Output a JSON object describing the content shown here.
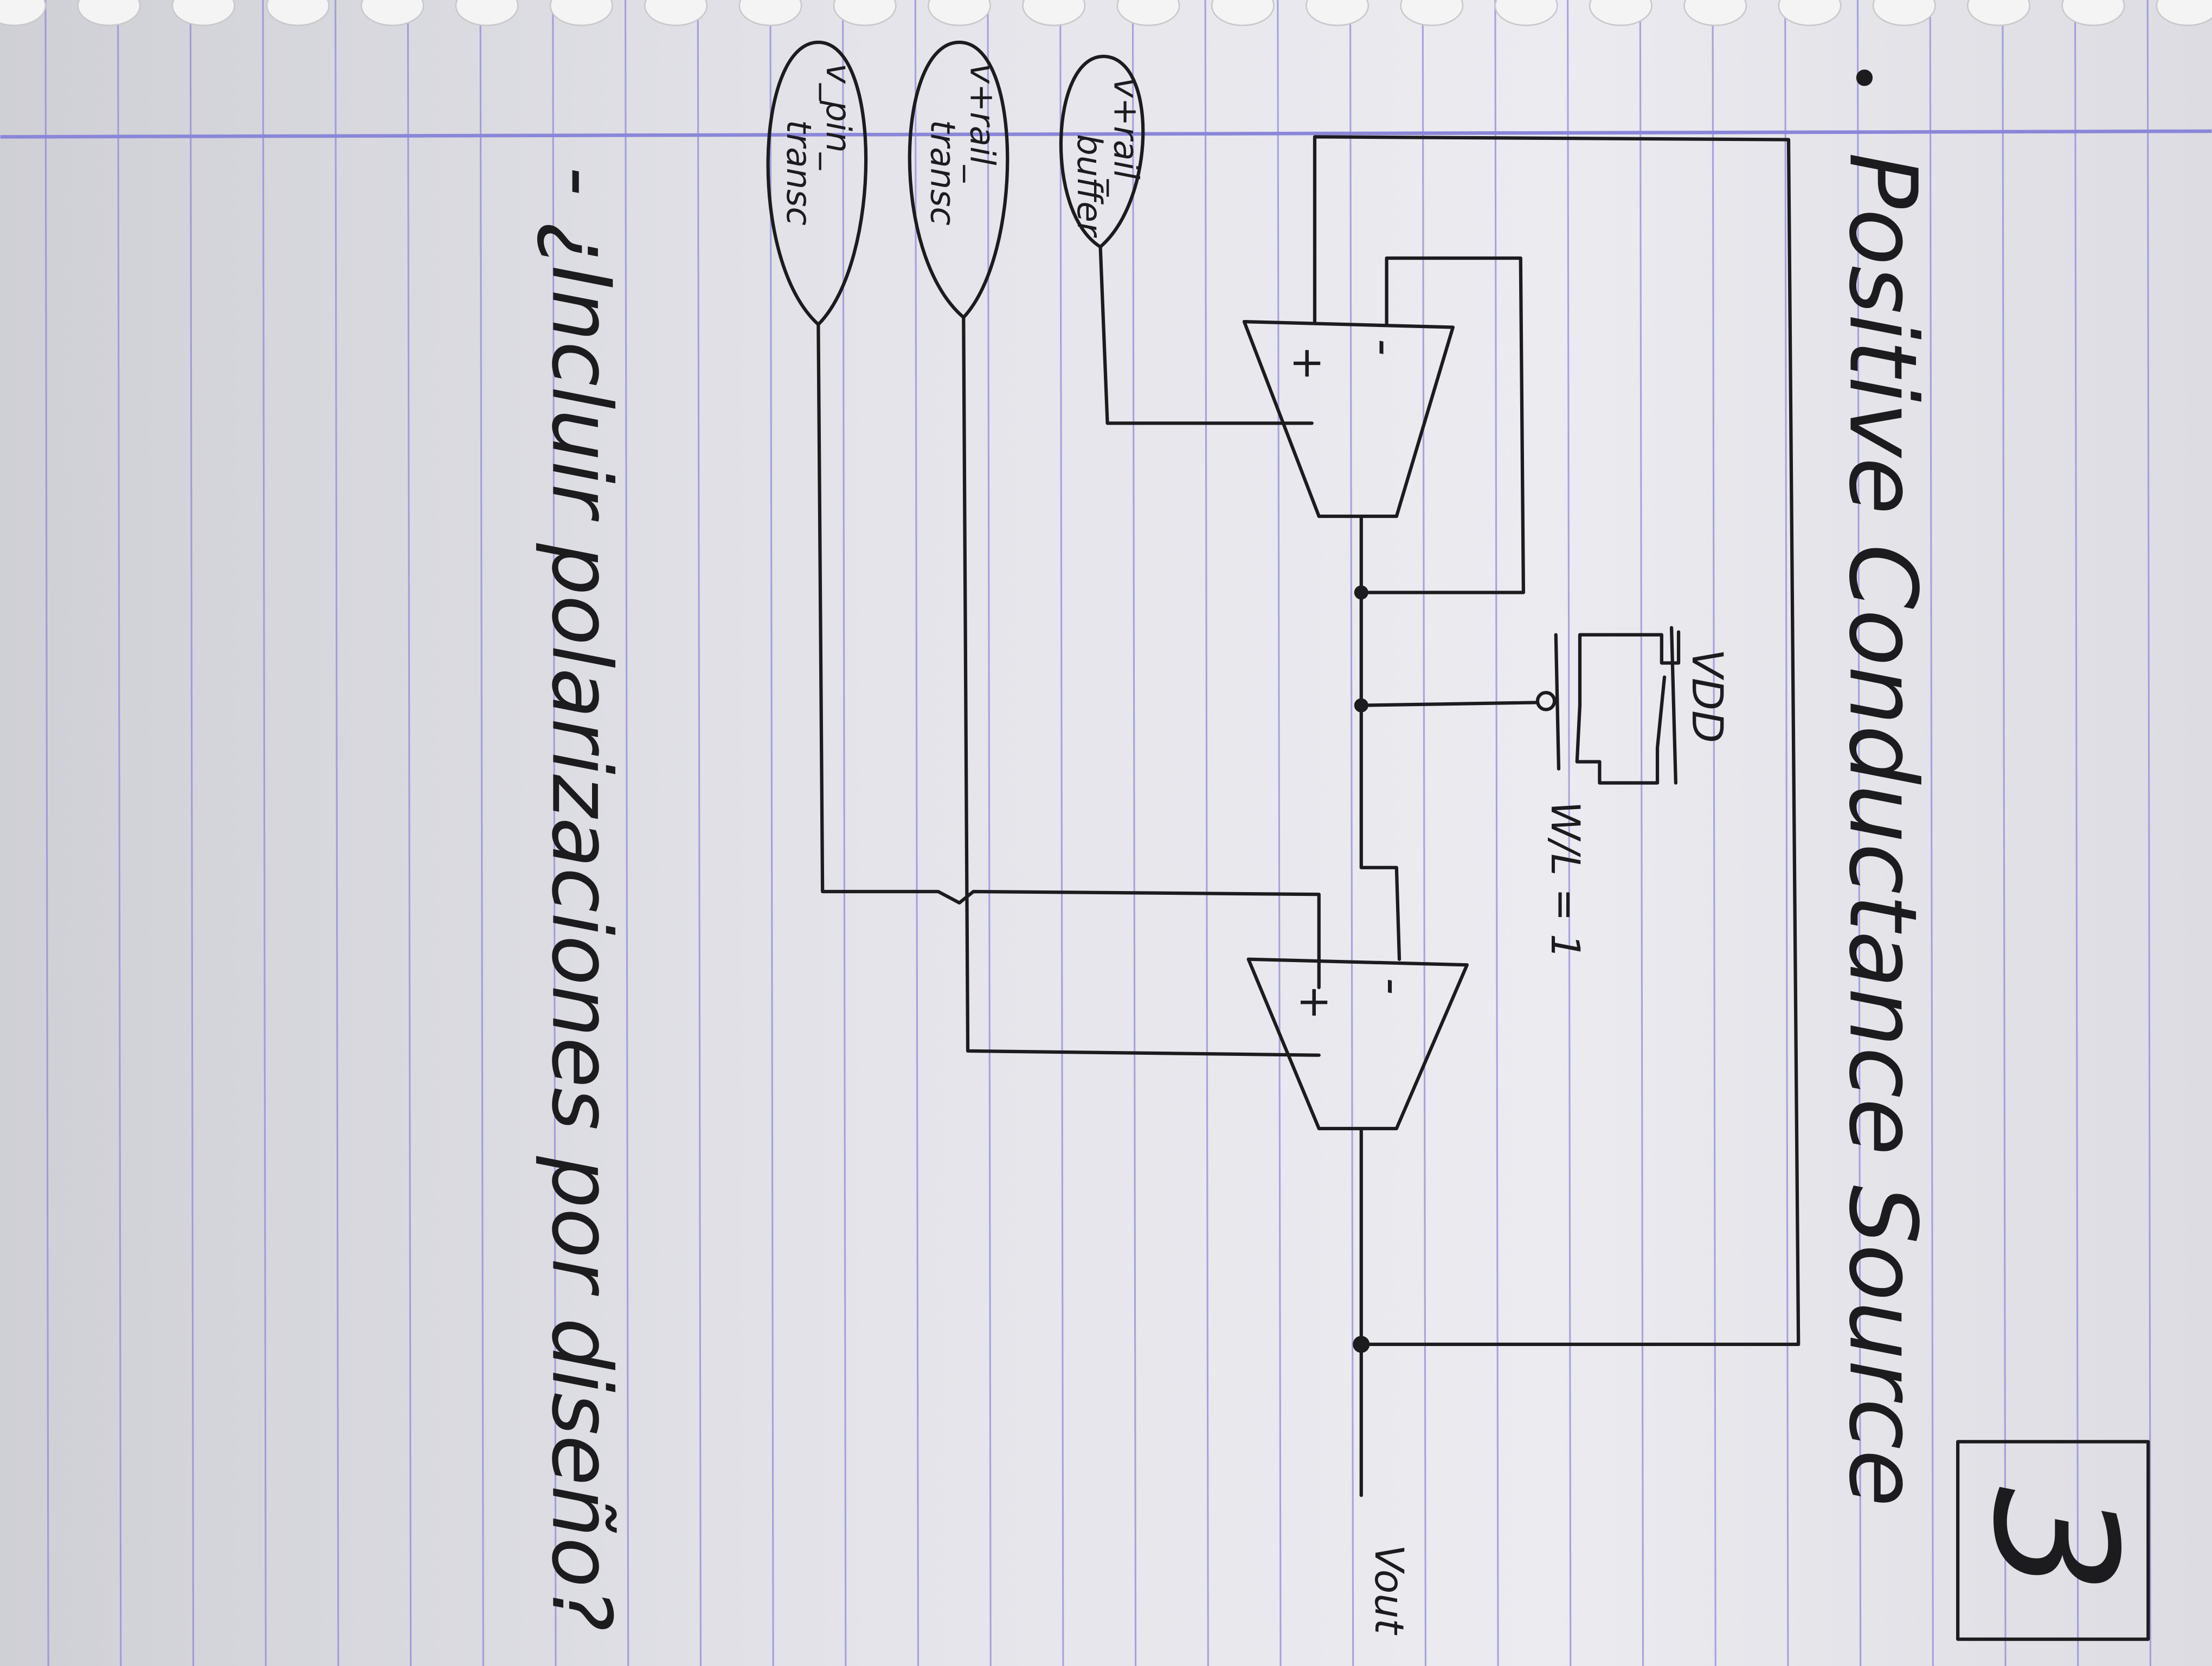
{
  "page": {
    "title": "Positive Conductance Source",
    "page_number": "3",
    "note": "- ¿Incluir polarizaciones por diseño?"
  },
  "circuit": {
    "supply_label": "VDD",
    "transistor_ratio": "W/L = 1",
    "output_label": "Vout",
    "opamp_plus": "+",
    "opamp_minus": "-",
    "inputs": [
      {
        "line1": "v+rail_",
        "line2": "buffer"
      },
      {
        "line1": "v+rail_",
        "line2": "transc"
      },
      {
        "line1": "v_pin_",
        "line2": "transc"
      }
    ]
  },
  "colors": {
    "ink": "#1c1c1f",
    "rule": "#8a86d8",
    "paper": "#e6e6ec"
  }
}
